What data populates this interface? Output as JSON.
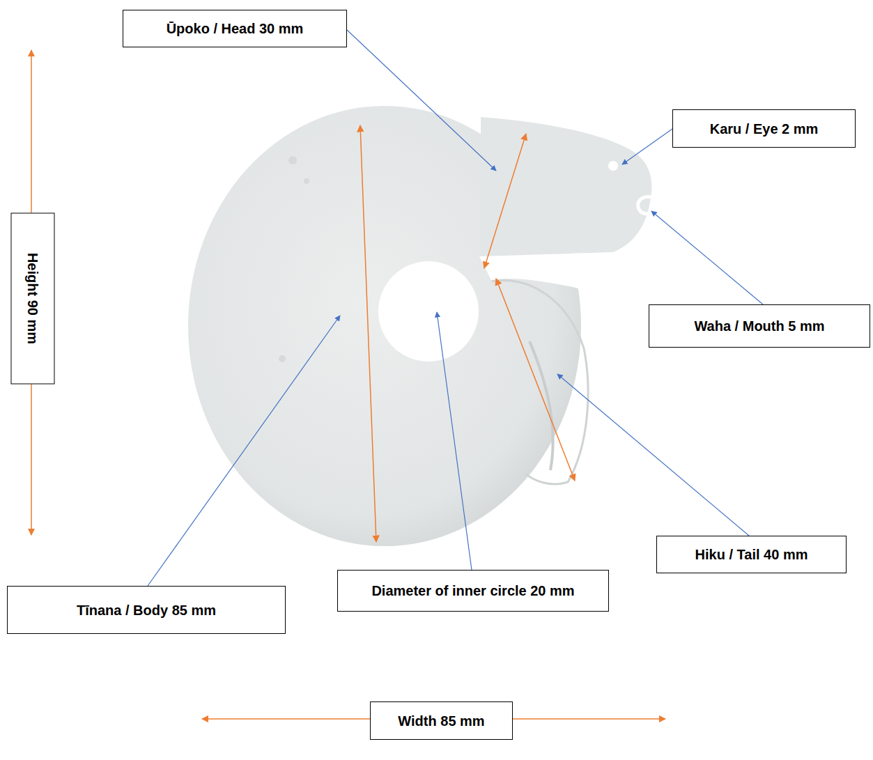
{
  "diagram": {
    "nodes": [
      {
        "text": [
          "Ūpoko / Head 30 mm"
        ]
      },
      {
        "text": [
          "Karu / Eye 2 mm"
        ]
      },
      {
        "text": [
          "Height 90 mm"
        ]
      },
      {
        "text": [
          "Waha / Mouth 5 mm"
        ]
      },
      {
        "text": [
          "Hiku / Tail 40 mm"
        ]
      },
      {
        "text": [
          "Diameter of inner circle 20 mm"
        ]
      },
      {
        "text": [
          "Tīnana / Body 85 mm"
        ]
      },
      {
        "text": [
          "Width 85 mm"
        ]
      }
    ]
  }
}
